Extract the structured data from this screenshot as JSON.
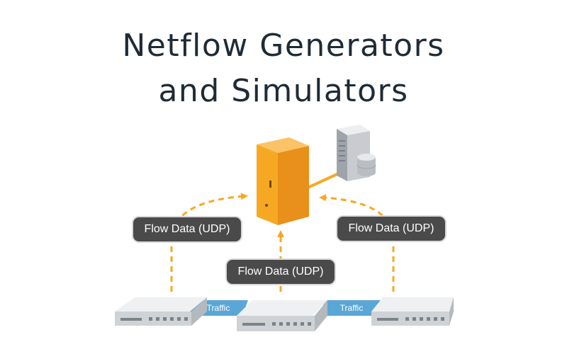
{
  "title": {
    "line1": "Netflow Generators",
    "line2": "and Simulators"
  },
  "flow_labels": {
    "left": "Flow Data (UDP)",
    "center": "Flow Data (UDP)",
    "right": "Flow Data (UDP)"
  },
  "traffic_labels": {
    "left": "Traffic",
    "right": "Traffic"
  },
  "colors": {
    "title": "#1f2b36",
    "collector": "#f7a823",
    "arrow": "#f7a823",
    "label_bg": "#4a4a4a",
    "traffic_link": "#5aa6d6",
    "device": "#cfd3d6"
  },
  "icons": {
    "collector": "orange-server-cabinet-icon",
    "database_server": "gray-server-tower-icon",
    "database": "database-cylinder-icon",
    "devices": "rack-network-device-icon"
  }
}
